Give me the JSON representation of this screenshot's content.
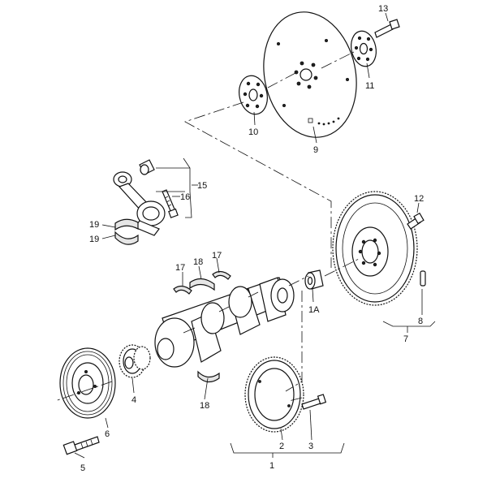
{
  "callouts": {
    "c1": "1",
    "c1a": "1A",
    "c2": "2",
    "c3": "3",
    "c4": "4",
    "c5": "5",
    "c6": "6",
    "c7": "7",
    "c8": "8",
    "c9": "9",
    "c10": "10",
    "c11": "11",
    "c12": "12",
    "c13": "13",
    "c15": "15",
    "c16": "16",
    "c17a": "17",
    "c17b": "17",
    "c18a": "18",
    "c18b": "18",
    "c19a": "19",
    "c19b": "19"
  }
}
